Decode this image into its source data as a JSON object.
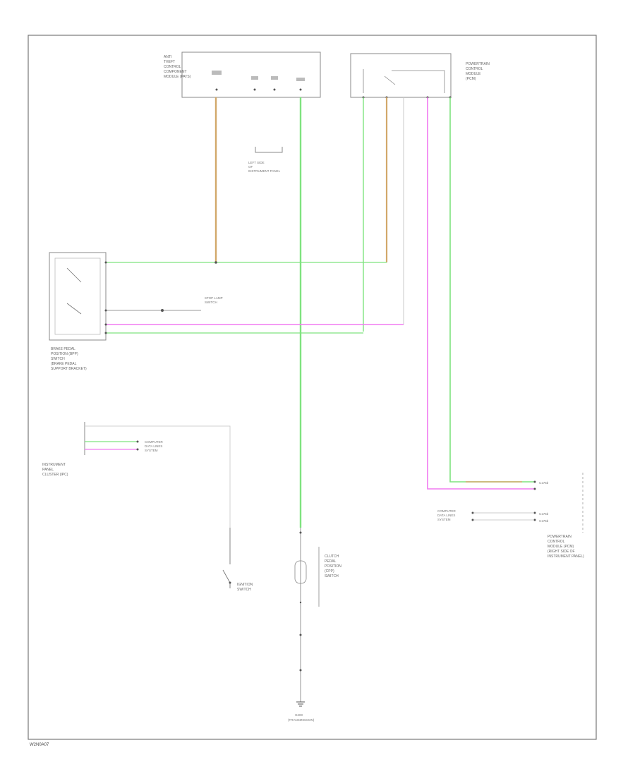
{
  "colors": {
    "wire_green": "#7fe37f",
    "wire_pink": "#f07af0",
    "wire_tan": "#d2a86a",
    "wire_gray": "#c8c8c8",
    "outline": "#888888",
    "border": "#777777",
    "background": "#ffffff"
  },
  "footer": {
    "diagram_id": "W2N0A07"
  },
  "labels": {
    "anti_theft_module": [
      "ANTI",
      "THEFT",
      "CONTROL",
      "COMPONENT",
      "MODULE (PATS)"
    ],
    "pcm": [
      "POWERTRAIN",
      "CONTROL",
      "MODULE",
      "(PCM)"
    ],
    "brake_pedal_switch": [
      "BRAKE PEDAL",
      "POSITION (BPP)",
      "SWITCH",
      "(BRAKE PEDAL",
      "SUPPORT BRACKET)"
    ],
    "instrument_panel_cluster": [
      "INSTRUMENT",
      "PANEL",
      "CLUSTER (IPC)"
    ],
    "powertrain_module": [
      "POWERTRAIN",
      "CONTROL",
      "MODULE (PCM)",
      "(RIGHT SIDE OF",
      "INSTRUMENT PANEL)"
    ],
    "ignition_switch": [
      "IGNITION",
      "SWITCH"
    ],
    "clutch_switch": [
      "CLUTCH",
      "PEDAL",
      "POSITION",
      "(CPP)",
      "SWITCH"
    ],
    "ground": [
      "G200",
      "(TRANSMISSION)"
    ],
    "connector_note": [
      "LEFT SIDE",
      "OF",
      "INSTRUMENT PANEL"
    ],
    "splice_note": [
      "COMPUTER",
      "DATA LINES",
      "SYSTEM"
    ],
    "stop_lamp": [
      "STOP LAMP",
      "SWITCH"
    ],
    "pcm_pins": [
      "C175b",
      "C175b",
      "C175b"
    ]
  }
}
